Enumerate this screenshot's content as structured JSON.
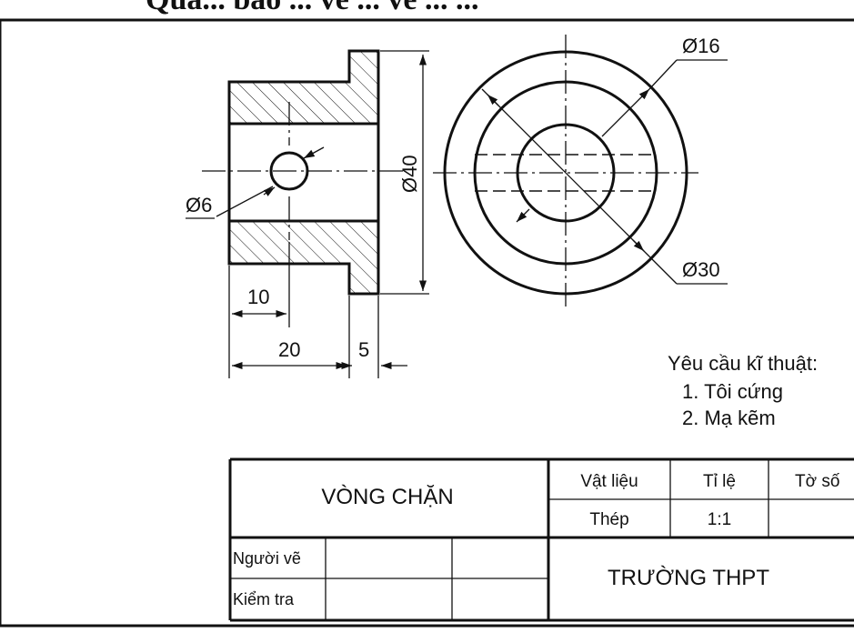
{
  "header_fragment": "Qua... bao ... ve ... ve ... ...",
  "dimensions": {
    "d6": "Ø6",
    "d40": "Ø40",
    "d16": "Ø16",
    "d30": "Ø30",
    "len10": "10",
    "len20": "20",
    "len5": "5"
  },
  "requirements": {
    "title": "Yêu cầu kĩ thuật:",
    "items": [
      "1. Tôi cứng",
      "2. Mạ kẽm"
    ]
  },
  "title_block": {
    "part_name": "VÒNG CHẶN",
    "material_label": "Vật liệu",
    "material_value": "Thép",
    "scale_label": "Tỉ lệ",
    "scale_value": "1:1",
    "sheet_label": "Tờ số",
    "sheet_value": "",
    "drawn_by_label": "Người vẽ",
    "checked_by_label": "Kiểm tra",
    "school": "TRƯỜNG THPT"
  }
}
